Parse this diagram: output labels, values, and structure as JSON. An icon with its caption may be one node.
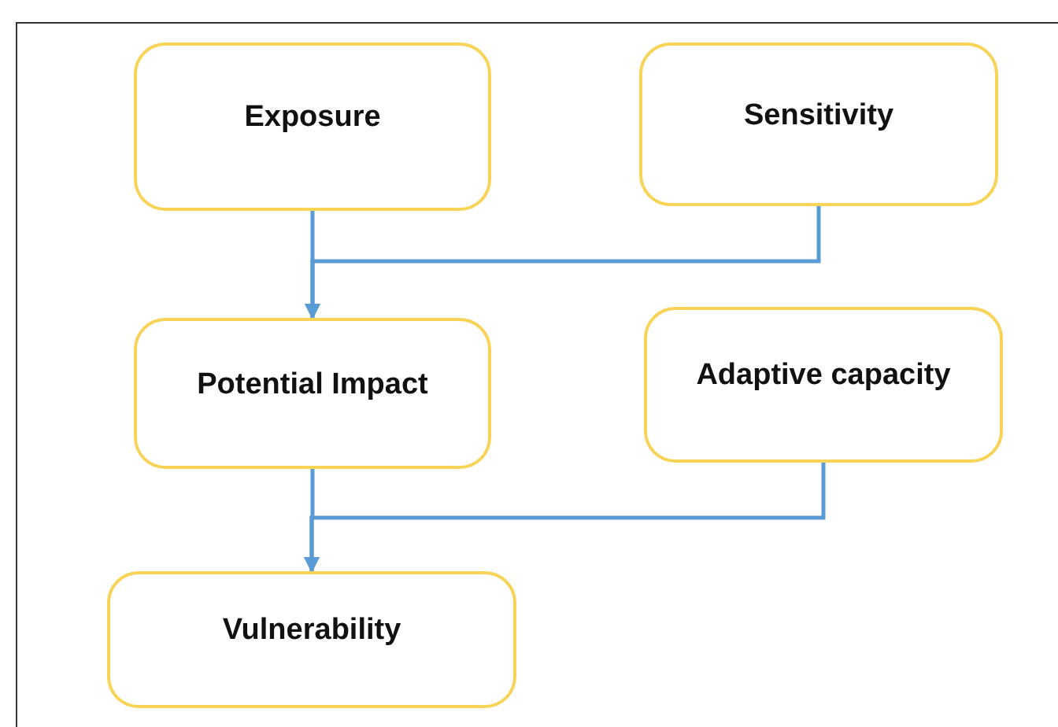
{
  "diagram": {
    "nodes": [
      {
        "text": [
          "Exposure"
        ]
      },
      {
        "text": [
          "Sensitivity"
        ]
      },
      {
        "text": [
          "Potential Impact"
        ]
      },
      {
        "text": [
          "Adaptive capacity"
        ]
      },
      {
        "text": [
          "Vulnerability"
        ]
      }
    ],
    "edges": [
      {
        "from": 0,
        "to": 2,
        "arrow": "to"
      },
      {
        "from": 1,
        "to": 2,
        "arrow": "to"
      },
      {
        "from": 2,
        "to": 4,
        "arrow": "to"
      },
      {
        "from": 3,
        "to": 4,
        "arrow": "to"
      }
    ]
  }
}
